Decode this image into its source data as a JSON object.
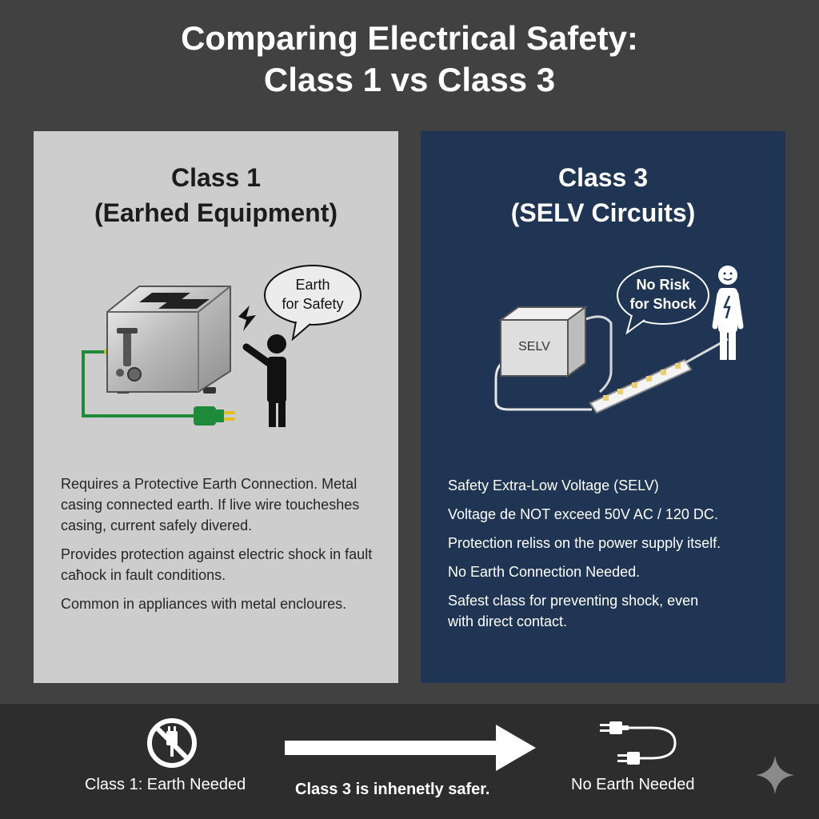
{
  "title": {
    "line1": "Comparing Electrical Safety:",
    "line2": "Class 1 vs Class 3"
  },
  "class1": {
    "heading": "Class 1",
    "subheading": "(Earhed Equipment)",
    "speech": {
      "line1": "Earth",
      "line2": "for Safety"
    },
    "bullets": [
      "Requires a Protective Earth Connection. Metal casing connected earth. If live wire toucheshes casing, current safely divered.",
      "Provides protection against electric shock in fault caħock in fault conditions.",
      "Common in appliances with metal encloures."
    ]
  },
  "class3": {
    "heading": "Class 3",
    "subheading": "(SELV Circuits)",
    "box_label": "SELV",
    "speech": {
      "line1": "No Risk",
      "line2": "for Shock"
    },
    "bullets": [
      "Safety Extra-Low Voltage (SELV)",
      "Voltage de NOT exceed 50V AC / 120 DC.",
      "Protection reliss on the power supply itself.",
      "No Earth Connection Needed.",
      "Safest class for preventing shock, even with direct contact."
    ]
  },
  "bottom": {
    "left_label": "Class 1: Earth Needed",
    "middle_label": "Class 3 is inhenetly safer.",
    "right_label": "No Earth Needed"
  },
  "colors": {
    "background": "#414141",
    "left_panel": "#cdcdcd",
    "right_panel": "#1f3553",
    "earth_wire": "#1e8a3a",
    "bottom_bar": "#2d2d2d"
  }
}
